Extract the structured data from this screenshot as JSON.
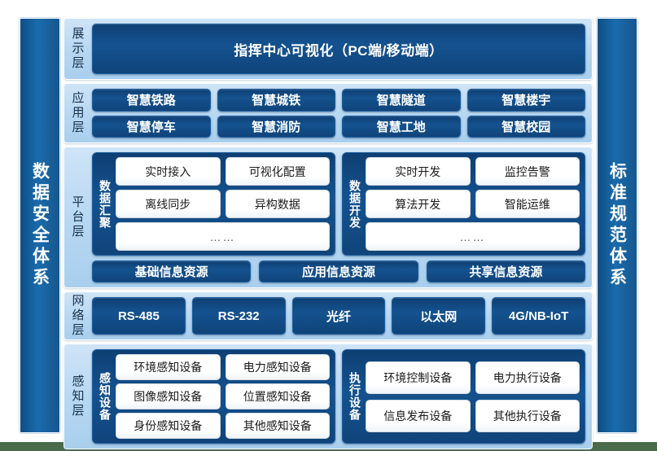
{
  "sides": {
    "left": {
      "label": "数据安全体系"
    },
    "right": {
      "label": "标准规范体系"
    }
  },
  "layers": [
    {
      "id": "presentation",
      "label": "展示层",
      "items": [
        "指挥中心可视化（PC端/移动端）"
      ]
    },
    {
      "id": "application",
      "label": "应用层",
      "rows": [
        [
          "智慧铁路",
          "智慧城铁",
          "智慧隧道",
          "智慧楼宇"
        ],
        [
          "智慧停车",
          "智慧消防",
          "智慧工地",
          "智慧校园"
        ]
      ]
    },
    {
      "id": "platform",
      "label": "平台层",
      "groups": [
        {
          "label": "数据汇聚",
          "rows": [
            [
              "实时接入",
              "可视化配置"
            ],
            [
              "离线同步",
              "异构数据"
            ]
          ],
          "more": "……"
        },
        {
          "label": "数据开发",
          "rows": [
            [
              "实时开发",
              "监控告警"
            ],
            [
              "算法开发",
              "智能运维"
            ]
          ],
          "more": "……"
        }
      ],
      "resources": [
        "基础信息资源",
        "应用信息资源",
        "共享信息资源"
      ]
    },
    {
      "id": "network",
      "label": "网络层",
      "items": [
        "RS-485",
        "RS-232",
        "光纤",
        "以太网",
        "4G/NB-IoT"
      ]
    },
    {
      "id": "perception",
      "label": "感知层",
      "groups": [
        {
          "label": "感知设备",
          "rows": [
            [
              "环境感知设备",
              "电力感知设备"
            ],
            [
              "图像感知设备",
              "位置感知设备"
            ],
            [
              "身份感知设备",
              "其他感知设备"
            ]
          ]
        },
        {
          "label": "执行设备",
          "rows": [
            [
              "环境控制设备",
              "电力执行设备"
            ],
            [
              "信息发布设备",
              "其他执行设备"
            ]
          ]
        }
      ]
    }
  ],
  "colors": {
    "page_background": "#4a6b4a",
    "canvas": "#ffffff",
    "panel_light_blue": "#b6d7f2",
    "chip_dark_blue": "#14528f",
    "chip_white": "#ffffff",
    "pillar_blue": "#1b6bab",
    "label_text": "#16324d"
  }
}
